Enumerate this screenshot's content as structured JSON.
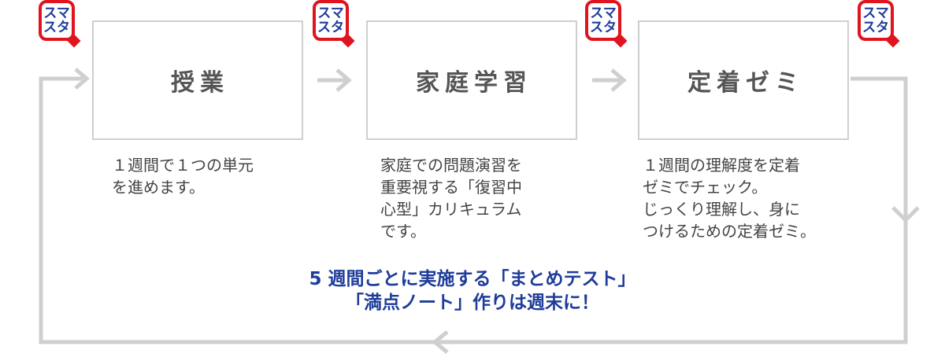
{
  "badge": {
    "line1": "スマ",
    "line2": "スタ"
  },
  "steps": [
    {
      "title": "授業",
      "description": [
        "１週間で１つの単元",
        "を進めます。"
      ]
    },
    {
      "title": "家庭学習",
      "description": [
        "家庭での問題演習を",
        "重要視する「復習中",
        "心型」カリキュラム",
        "です。"
      ]
    },
    {
      "title": "定着ゼミ",
      "description": [
        "１週間の理解度を定着",
        "ゼミでチェック。",
        "じっくり理解し、身に",
        "つけるための定着ゼミ。"
      ]
    }
  ],
  "callout": {
    "line1": "5 週間ごとに実施する「まとめテスト」",
    "line2": "「満点ノート」作りは週末に！"
  },
  "colors": {
    "loop": "#cfcfcf",
    "accent_blue": "#1e3c9a",
    "badge_red": "#e0141e"
  }
}
